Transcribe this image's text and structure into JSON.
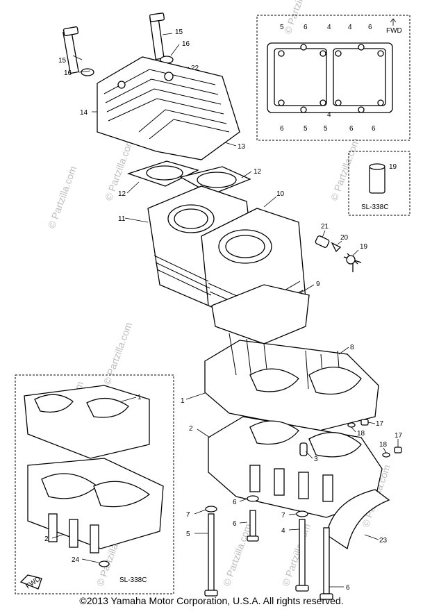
{
  "watermark": "© Partzilla.com",
  "copyright": "©2013 Yamaha Motor Corporation, U.S.A. All rights reserved.",
  "inset_top_right": {
    "fwd": "FWD",
    "labels": [
      "5",
      "6",
      "4",
      "4",
      "6",
      "6",
      "5",
      "5",
      "4",
      "6",
      "6"
    ]
  },
  "inset_liner": {
    "part": "19",
    "code": "SL-338C"
  },
  "inset_crankcase": {
    "parts": [
      "1",
      "2",
      "24"
    ],
    "code": "SL-338C",
    "fwd": "FWD"
  },
  "callouts": {
    "bolt_15a": "15",
    "bolt_15b": "15",
    "washer_16a": "16",
    "washer_16b": "16",
    "plug_22": "22",
    "head_14": "14",
    "head_13": "13",
    "gasket_12a": "12",
    "gasket_12b": "12",
    "cyl_11": "11",
    "cyl_10": "10",
    "base_gasket_9": "9",
    "stud_8": "8",
    "case_1": "1",
    "case_2": "2",
    "fit_21": "21",
    "fit_20": "20",
    "fit_19": "19",
    "plug_17a": "17",
    "plug_17b": "17",
    "washer_18a": "18",
    "washer_18b": "18",
    "dowel_3": "3",
    "washer_7a": "7",
    "washer_7b": "7",
    "bolt_5": "5",
    "bolt_6a": "6",
    "bolt_6b": "6",
    "bolt_4": "4",
    "guard_23": "23"
  }
}
